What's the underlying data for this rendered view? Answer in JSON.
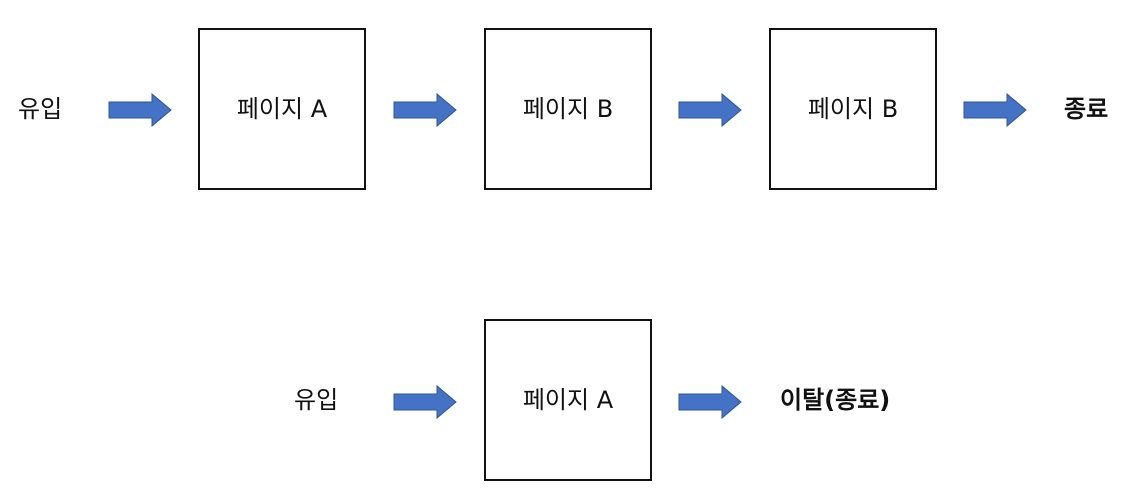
{
  "flows": [
    {
      "start_label": "유입",
      "pages": [
        "페이지 A",
        "페이지 B",
        "페이지 B"
      ],
      "end_label": "종료"
    },
    {
      "start_label": "유입",
      "pages": [
        "페이지 A"
      ],
      "end_label": "이탈(종료)"
    }
  ],
  "colors": {
    "arrow_fill": "#4472C4",
    "arrow_stroke": "#2F5597",
    "box_border": "#111111"
  }
}
